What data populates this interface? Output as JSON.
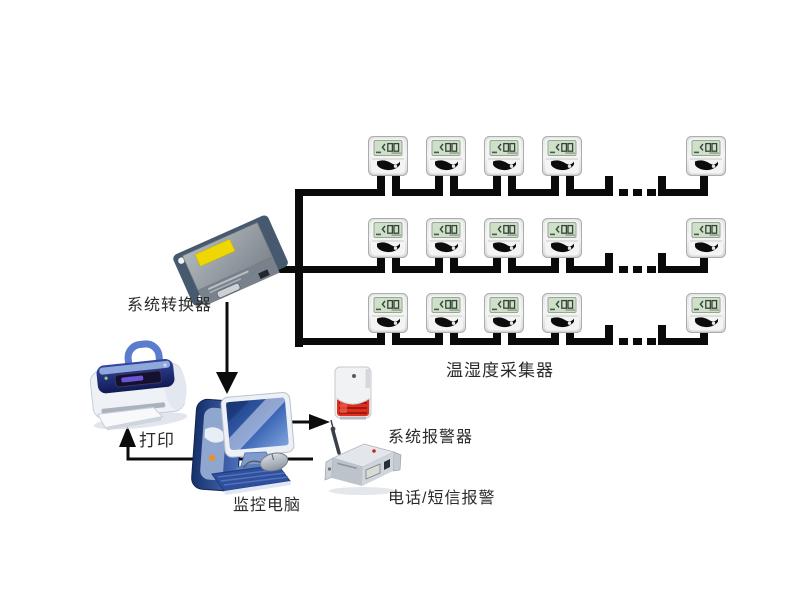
{
  "page": {
    "background": "#ffffff"
  },
  "diagram": {
    "labels": {
      "converter": "系统转换器",
      "collectors": "温湿度采集器",
      "printer": "打印",
      "computer": "监控电脑",
      "siren": "系统报警器",
      "sms_alarm": "电话/短信报警"
    },
    "network": {
      "sensor_rows": 3,
      "sensors_shown_per_row": 5,
      "continuation_mark": "..."
    },
    "colors": {
      "wire": "#0a0a0a",
      "sensor_lcd": "#cfe0c8",
      "converter_sticker": "#eed705",
      "siren_lens": "#dd2f1f",
      "screen_blue": "#3a64b4"
    }
  }
}
